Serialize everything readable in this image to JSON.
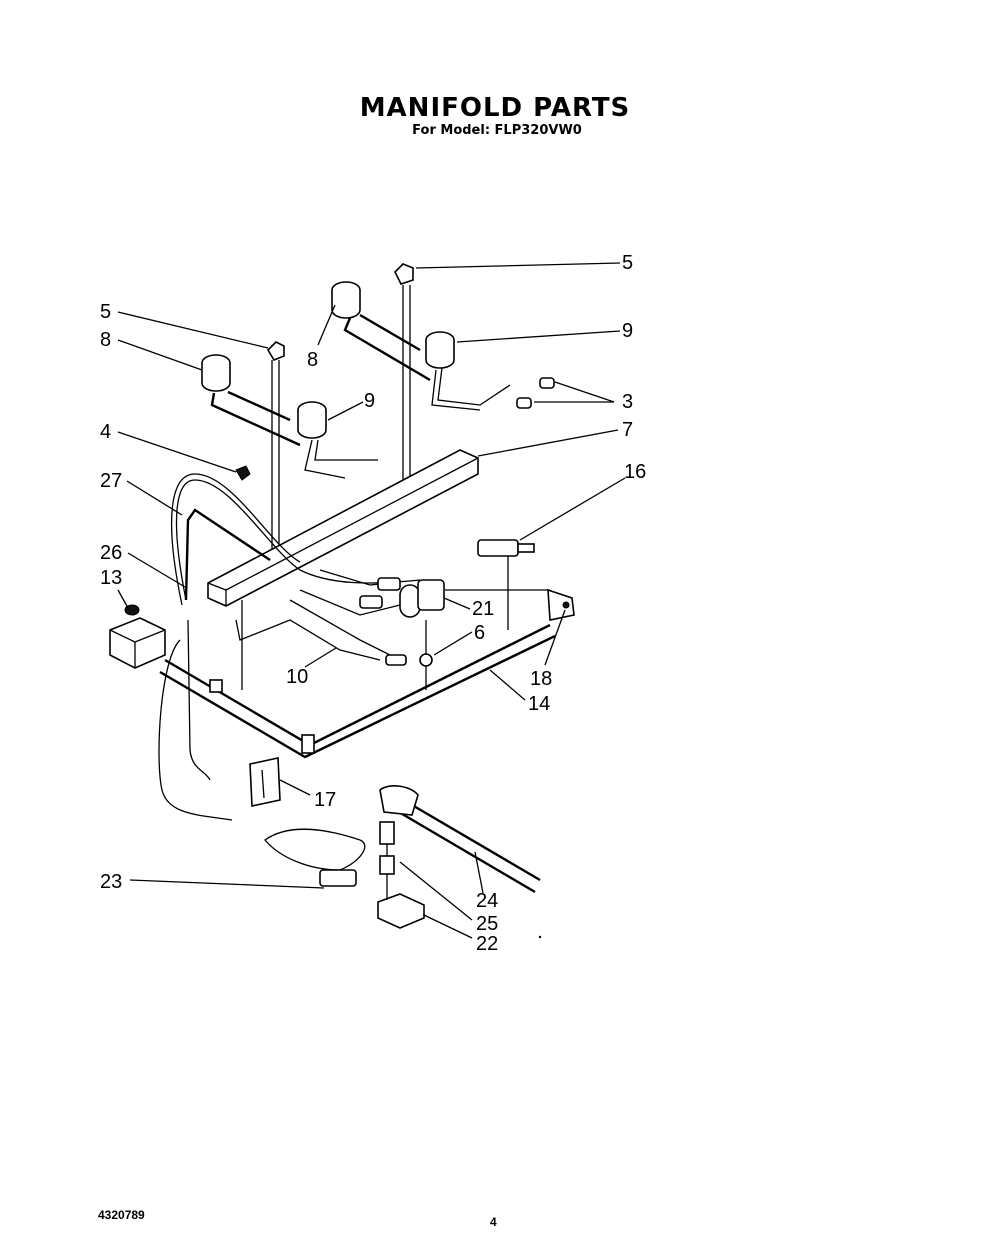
{
  "header": {
    "title": "MANIFOLD PARTS",
    "subtitle": "For Model: FLP320VW0"
  },
  "callouts": [
    {
      "id": "c5a",
      "label": "5"
    },
    {
      "id": "c9a",
      "label": "9"
    },
    {
      "id": "c3",
      "label": "3"
    },
    {
      "id": "c7",
      "label": "7"
    },
    {
      "id": "c16",
      "label": "16"
    },
    {
      "id": "c5b",
      "label": "5"
    },
    {
      "id": "c8a",
      "label": "8"
    },
    {
      "id": "c8b",
      "label": "8"
    },
    {
      "id": "c9b",
      "label": "9"
    },
    {
      "id": "c4",
      "label": "4"
    },
    {
      "id": "c27",
      "label": "27"
    },
    {
      "id": "c26",
      "label": "26"
    },
    {
      "id": "c13",
      "label": "13"
    },
    {
      "id": "c21",
      "label": "21"
    },
    {
      "id": "c6",
      "label": "6"
    },
    {
      "id": "c10",
      "label": "10"
    },
    {
      "id": "c18",
      "label": "18"
    },
    {
      "id": "c14",
      "label": "14"
    },
    {
      "id": "c17",
      "label": "17"
    },
    {
      "id": "c23",
      "label": "23"
    },
    {
      "id": "c24",
      "label": "24"
    },
    {
      "id": "c25",
      "label": "25"
    },
    {
      "id": "c22",
      "label": "22"
    }
  ],
  "footer": {
    "doc_number": "4320789",
    "page_number": "4"
  },
  "colors": {
    "ink": "#000000",
    "paper": "#ffffff"
  }
}
